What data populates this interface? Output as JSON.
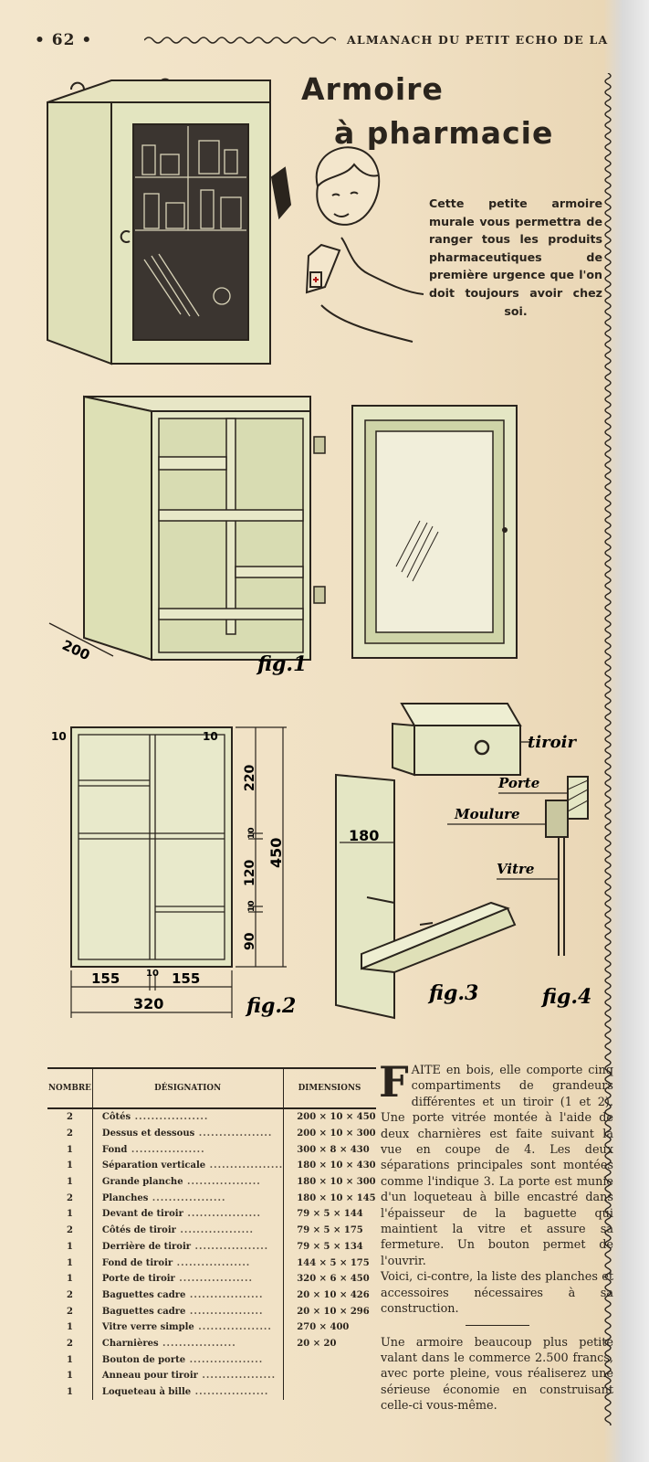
{
  "header": {
    "page_number": "62",
    "running_title": "ALMANACH DU PETIT ECHO DE LA"
  },
  "article": {
    "title_line1": "Armoire",
    "title_line2": "à pharmacie",
    "intro": "Cette petite armoire murale vous permettra de ranger tous les produits pharmaceutiques de première urgence que l'on doit toujours avoir chez soi."
  },
  "figures": {
    "fig1": {
      "label": "fig.1",
      "dim_depth": "200"
    },
    "fig2": {
      "label": "fig.2",
      "dim_left_side": "10",
      "dim_right_side": "10",
      "dim_top": "220",
      "dim_sep1": "10",
      "dim_mid": "120",
      "dim_sep2": "10",
      "dim_bottom": "90",
      "dim_height": "450",
      "dim_w_left": "155",
      "dim_w_mid": "10",
      "dim_w_right": "155",
      "dim_width": "320"
    },
    "fig3": {
      "label": "fig.3",
      "dim": "180"
    },
    "fig4": {
      "label": "fig.4",
      "porte": "Porte",
      "moulure": "Moulure",
      "vitre": "Vitre"
    },
    "tiroir_label": "tiroir"
  },
  "table": {
    "headers": {
      "count": "NOMBRE",
      "designation": "DÉSIGNATION",
      "dimensions": "DIMENSIONS"
    },
    "rows": [
      {
        "n": "2",
        "d": "Côtés",
        "m": "200 × 10 × 450"
      },
      {
        "n": "2",
        "d": "Dessus et dessous",
        "m": "200 × 10 × 300"
      },
      {
        "n": "1",
        "d": "Fond",
        "m": "300 × 8 × 430"
      },
      {
        "n": "1",
        "d": "Séparation verticale",
        "m": "180 × 10 × 430"
      },
      {
        "n": "1",
        "d": "Grande planche",
        "m": "180 × 10 × 300"
      },
      {
        "n": "2",
        "d": "Planches",
        "m": "180 × 10 × 145"
      },
      {
        "n": "1",
        "d": "Devant de tiroir",
        "m": "79 × 5 × 144"
      },
      {
        "n": "2",
        "d": "Côtés de tiroir",
        "m": "79 × 5 × 175"
      },
      {
        "n": "1",
        "d": "Derrière de tiroir",
        "m": "79 × 5 × 134"
      },
      {
        "n": "1",
        "d": "Fond de tiroir",
        "m": "144 × 5 × 175"
      },
      {
        "n": "1",
        "d": "Porte de tiroir",
        "m": "320 × 6 × 450"
      },
      {
        "n": "2",
        "d": "Baguettes cadre",
        "m": "20 × 10 × 426"
      },
      {
        "n": "2",
        "d": "Baguettes cadre",
        "m": "20 × 10 × 296"
      },
      {
        "n": "1",
        "d": "Vitre verre simple",
        "m": "270 × 400"
      },
      {
        "n": "2",
        "d": "Charnières",
        "m": "20 × 20"
      },
      {
        "n": "1",
        "d": "Bouton de porte",
        "m": ""
      },
      {
        "n": "1",
        "d": "Anneau pour tiroir",
        "m": ""
      },
      {
        "n": "1",
        "d": "Loqueteau à bille",
        "m": ""
      }
    ]
  },
  "body": {
    "dropcap": "F",
    "para1": "AITE en bois, elle comporte cinq compartiments de grandeurs différentes et un tiroir (1 et 2). Une porte vitrée montée à l'aide de deux charnières est faite suivant la vue en coupe de 4. Les deux séparations principales sont montées comme l'indique 3. La porte est munie d'un loqueteau à bille encastré dans l'épaisseur de la baguette qui maintient la vitre et assure sa fermeture. Un bouton permet de l'ouvrir.",
    "para2": "Voici, ci-contre, la liste des planches et accessoires nécessaires à sa construction.",
    "para3": "Une armoire beaucoup plus petite valant dans le commerce 2.500 francs, avec porte pleine, vous réaliserez une sérieuse économie en construisant celle-ci vous-même."
  }
}
